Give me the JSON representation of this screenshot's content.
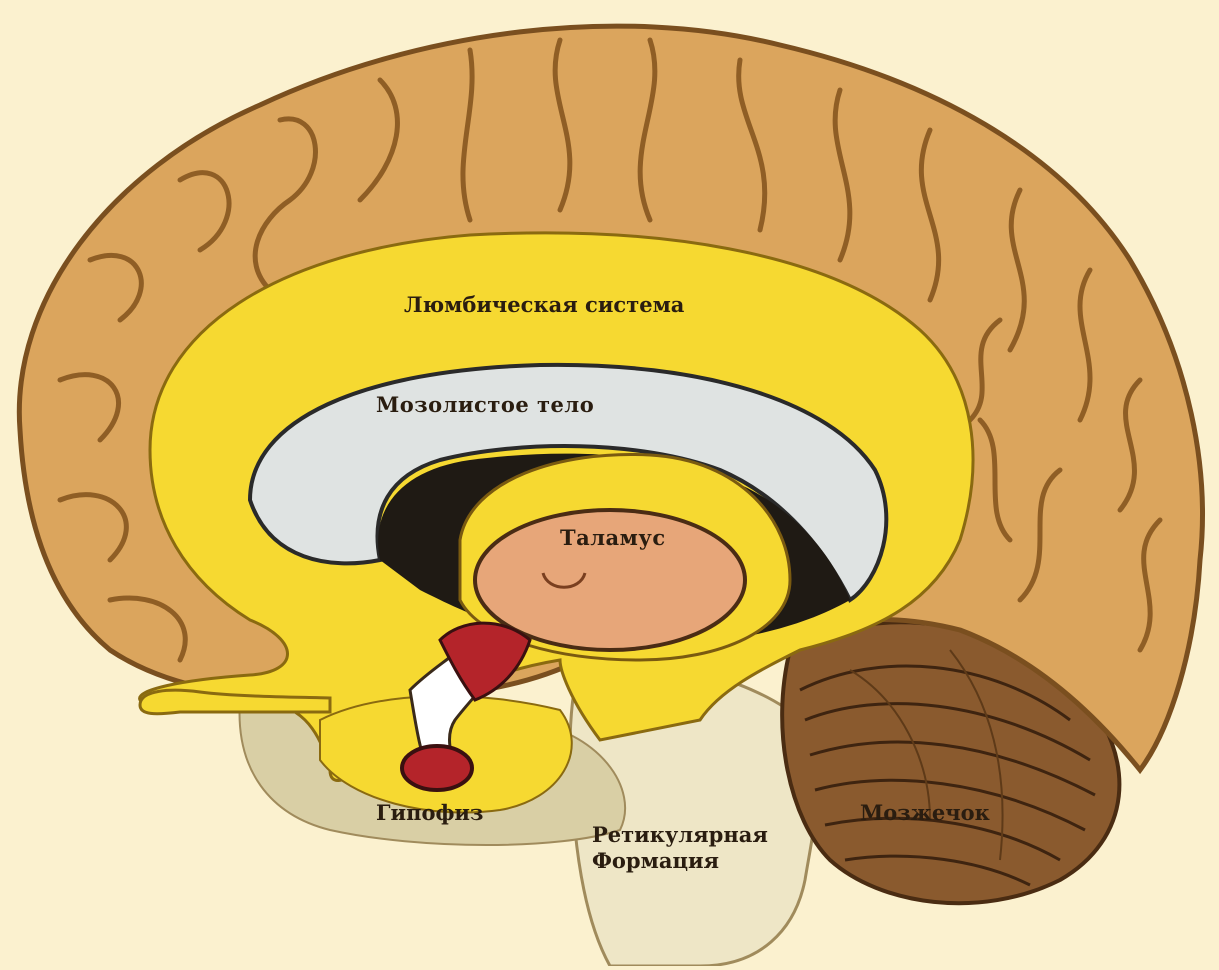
{
  "labels": {
    "limbic_system": "Люмбическая система",
    "corpus_callosum": "Мозолистое тело",
    "thalamus": "Таламус",
    "pituitary": "Гипофиз",
    "reticular_line1": "Ретикулярная",
    "reticular_line2": "Формация",
    "cerebellum": "Мозжечок"
  },
  "colors": {
    "background": "#fbf1cf",
    "cortex": "#dba55d",
    "cortex_dark": "#9c6a2c",
    "limbic": "#f6d931",
    "corpus_callosum": "#dfe3e2",
    "thalamus": "#e7a679",
    "pituitary": "#b4242a",
    "cerebellum": "#8a5a2e",
    "brainstem": "#eee6c6"
  }
}
